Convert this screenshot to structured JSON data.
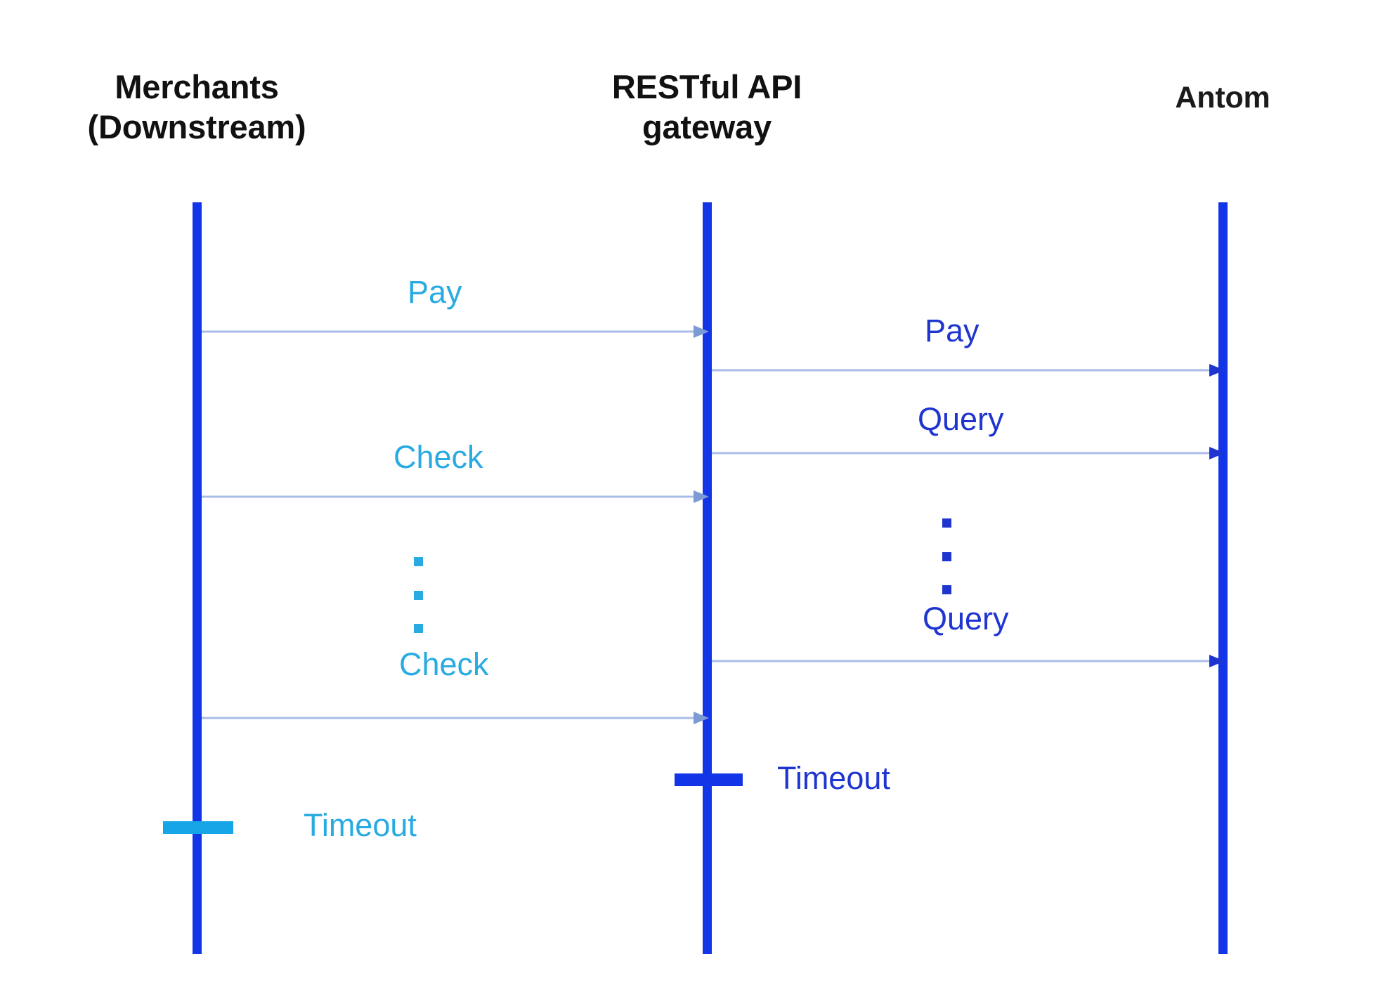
{
  "diagram": {
    "title": "Antom payment sequence diagram",
    "background": "#ffffff",
    "colors": {
      "lifeline": "#1335e8",
      "left_accent": "#29abe2",
      "right_accent": "#1f35cf",
      "arrow_line": "#a9bce8",
      "header_text": "#111111"
    }
  },
  "actors": [
    {
      "id": "merchants",
      "label": "Merchants\n(Downstream)"
    },
    {
      "id": "gateway",
      "label": "RESTful API\ngateway"
    },
    {
      "id": "antom",
      "label": "Antom"
    }
  ],
  "messages": [
    {
      "id": "m1",
      "label": "Pay",
      "from": "merchants",
      "to": "gateway",
      "side": "left"
    },
    {
      "id": "m2",
      "label": "Pay",
      "from": "gateway",
      "to": "antom",
      "side": "right"
    },
    {
      "id": "m3",
      "label": "Query",
      "from": "gateway",
      "to": "antom",
      "side": "right"
    },
    {
      "id": "m4",
      "label": "Check",
      "from": "merchants",
      "to": "gateway",
      "side": "left"
    },
    {
      "id": "m5",
      "label": "Query",
      "from": "gateway",
      "to": "antom",
      "side": "right"
    },
    {
      "id": "m6",
      "label": "Check",
      "from": "merchants",
      "to": "gateway",
      "side": "left"
    }
  ],
  "ellipses": [
    {
      "id": "e-left",
      "side": "left",
      "glyph": "vertical-ellipsis"
    },
    {
      "id": "e-right",
      "side": "right",
      "glyph": "vertical-ellipsis"
    }
  ],
  "timeouts": [
    {
      "id": "t-gateway",
      "label": "Timeout",
      "on": "gateway",
      "color": "#1f35cf"
    },
    {
      "id": "t-merchants",
      "label": "Timeout",
      "on": "merchants",
      "color": "#29abe2"
    }
  ]
}
